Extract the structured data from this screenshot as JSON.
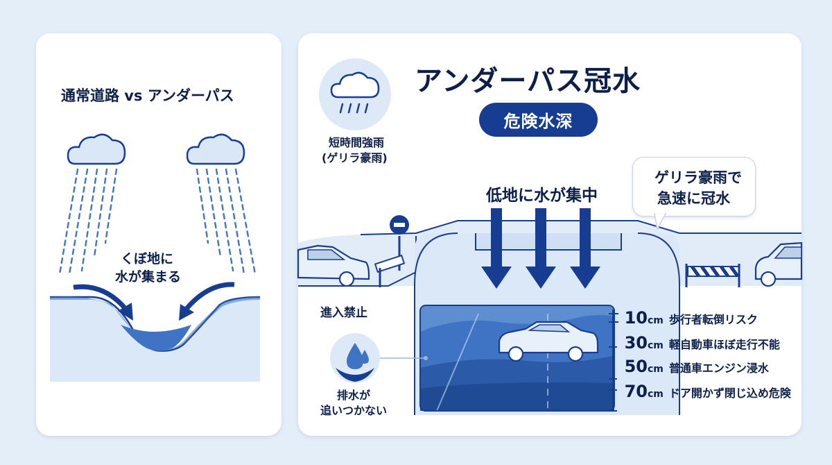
{
  "left_panel": {
    "title": "通常道路 vs アンダーパス",
    "collect_label_line1": "くぼ地に",
    "collect_label_line2": "水が集まる"
  },
  "right_panel": {
    "main_title": "アンダーパス冠水",
    "badge": "危険水深",
    "rain_label_line1": "短時間強雨",
    "rain_label_line2": "(ゲリラ豪雨)",
    "concentrate_label": "低地に水が集中",
    "bubble_line1": "ゲリラ豪雨で",
    "bubble_line2": "急速に冠水",
    "no_entry_label": "進入禁止",
    "drain_label_line1": "排水が",
    "drain_label_line2": "追いつかない",
    "depth_unit": "cm",
    "depths": [
      {
        "value": "10",
        "risk": "歩行者転倒リスク"
      },
      {
        "value": "30",
        "risk": "軽自動車ほぼ走行不能"
      },
      {
        "value": "50",
        "risk": "普通車エンジン浸水"
      },
      {
        "value": "70",
        "risk": "ドア開かず閉じ込め危険"
      }
    ]
  },
  "colors": {
    "navy": "#0c1f4a",
    "accent_blue": "#173d93",
    "water": "#3f74c4",
    "light_blue": "#dbe8f7",
    "background": "#e4eef9"
  },
  "icons": [
    "cloud-rain-icon",
    "water-drop-icon",
    "no-entry-sign-icon",
    "car-icon",
    "barrier-icon",
    "arrow-down-icon"
  ]
}
